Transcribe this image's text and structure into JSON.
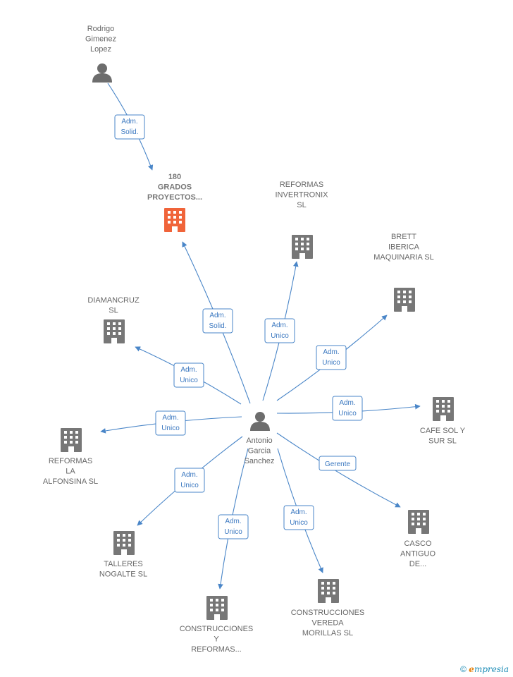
{
  "center": {
    "label_lines": [
      "Antonio",
      "Garcia",
      "Sanchez"
    ]
  },
  "top_person": {
    "label_lines": [
      "Rodrigo",
      "Gimenez",
      "Lopez"
    ]
  },
  "companies": [
    {
      "key": "c180",
      "label_lines": [
        "180",
        "GRADOS",
        "PROYECTOS..."
      ],
      "highlight": true,
      "role_lines": [
        "Adm.",
        "Solid."
      ]
    },
    {
      "key": "invertronix",
      "label_lines": [
        "REFORMAS",
        "INVERTRONIX",
        "SL"
      ],
      "role_lines": [
        "Adm.",
        "Unico"
      ]
    },
    {
      "key": "brett",
      "label_lines": [
        "BRETT",
        "IBERICA",
        "MAQUINARIA SL"
      ],
      "role_lines": [
        "Adm.",
        "Unico"
      ]
    },
    {
      "key": "diamancruz",
      "label_lines": [
        "DIAMANCRUZ",
        "SL"
      ],
      "role_lines": [
        "Adm.",
        "Unico"
      ]
    },
    {
      "key": "cafesol",
      "label_lines": [
        "CAFE SOL Y",
        "SUR SL"
      ],
      "role_lines": [
        "Adm.",
        "Unico"
      ]
    },
    {
      "key": "alfonsina",
      "label_lines": [
        "REFORMAS",
        "LA",
        "ALFONSINA  SL"
      ],
      "role_lines": [
        "Adm.",
        "Unico"
      ]
    },
    {
      "key": "casco",
      "label_lines": [
        "CASCO",
        "ANTIGUO",
        "DE..."
      ],
      "role_lines": [
        "Gerente"
      ]
    },
    {
      "key": "talleres",
      "label_lines": [
        "TALLERES",
        "NOGALTE SL"
      ],
      "role_lines": [
        "Adm.",
        "Unico"
      ]
    },
    {
      "key": "construcciones",
      "label_lines": [
        "CONSTRUCCIONES",
        "Y",
        "REFORMAS..."
      ],
      "role_lines": [
        "Adm.",
        "Unico"
      ]
    },
    {
      "key": "vereda",
      "label_lines": [
        "CONSTRUCCIONES",
        "VEREDA",
        "MORILLAS  SL"
      ],
      "role_lines": [
        "Adm.",
        "Unico"
      ]
    }
  ],
  "top_link": {
    "role_lines": [
      "Adm.",
      "Solid."
    ]
  },
  "colors": {
    "edge": "#4a86c8",
    "building": "#777777",
    "building_highlight": "#f0643a",
    "person": "#6d6d6d"
  },
  "footer": {
    "copyright": "©",
    "brand_initial": "e",
    "brand_rest": "mpresia"
  }
}
